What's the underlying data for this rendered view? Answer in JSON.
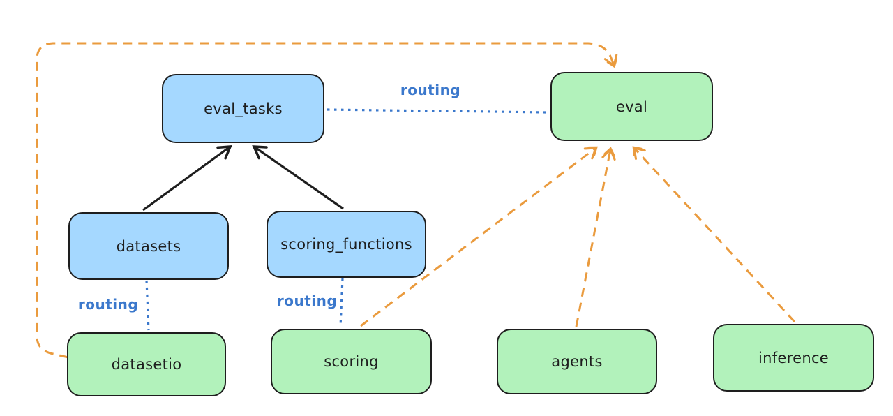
{
  "diagram": {
    "type": "flow-diagram",
    "colors": {
      "background": "#ffffff",
      "blue_node_fill": "#a5d8ff",
      "green_node_fill": "#b2f2bb",
      "node_border": "#1e1e1e",
      "node_text": "#1e1e1e",
      "routing_blue": "#3b78cc",
      "orange_dashed": "#ea9b3e",
      "black_arrow": "#1e1e1e"
    },
    "nodes": {
      "eval_tasks": {
        "label": "eval_tasks",
        "color": "blue"
      },
      "eval": {
        "label": "eval",
        "color": "green"
      },
      "datasets": {
        "label": "datasets",
        "color": "blue"
      },
      "scoring_functions": {
        "label": "scoring_functions",
        "color": "blue"
      },
      "datasetio": {
        "label": "datasetio",
        "color": "green"
      },
      "scoring": {
        "label": "scoring",
        "color": "green"
      },
      "agents": {
        "label": "agents",
        "color": "green"
      },
      "inference": {
        "label": "inference",
        "color": "green"
      }
    },
    "edge_labels": {
      "eval_tasks_eval": "routing",
      "datasets_datasetio": "routing",
      "scoring_functions_scoring": "routing"
    },
    "edges": [
      {
        "from": "datasets",
        "to": "eval_tasks",
        "style": "solid-arrow",
        "color": "black"
      },
      {
        "from": "scoring_functions",
        "to": "eval_tasks",
        "style": "solid-arrow",
        "color": "black"
      },
      {
        "from": "eval_tasks",
        "to": "eval",
        "style": "dotted-line",
        "color": "blue",
        "label": "routing"
      },
      {
        "from": "datasets",
        "to": "datasetio",
        "style": "dotted-line",
        "color": "blue",
        "label": "routing"
      },
      {
        "from": "scoring_functions",
        "to": "scoring",
        "style": "dotted-line",
        "color": "blue",
        "label": "routing"
      },
      {
        "from": "datasetio",
        "to": "eval",
        "style": "dashed-arrow",
        "color": "orange"
      },
      {
        "from": "scoring",
        "to": "eval",
        "style": "dashed-arrow",
        "color": "orange"
      },
      {
        "from": "agents",
        "to": "eval",
        "style": "dashed-arrow",
        "color": "orange"
      },
      {
        "from": "inference",
        "to": "eval",
        "style": "dashed-arrow",
        "color": "orange"
      }
    ]
  }
}
